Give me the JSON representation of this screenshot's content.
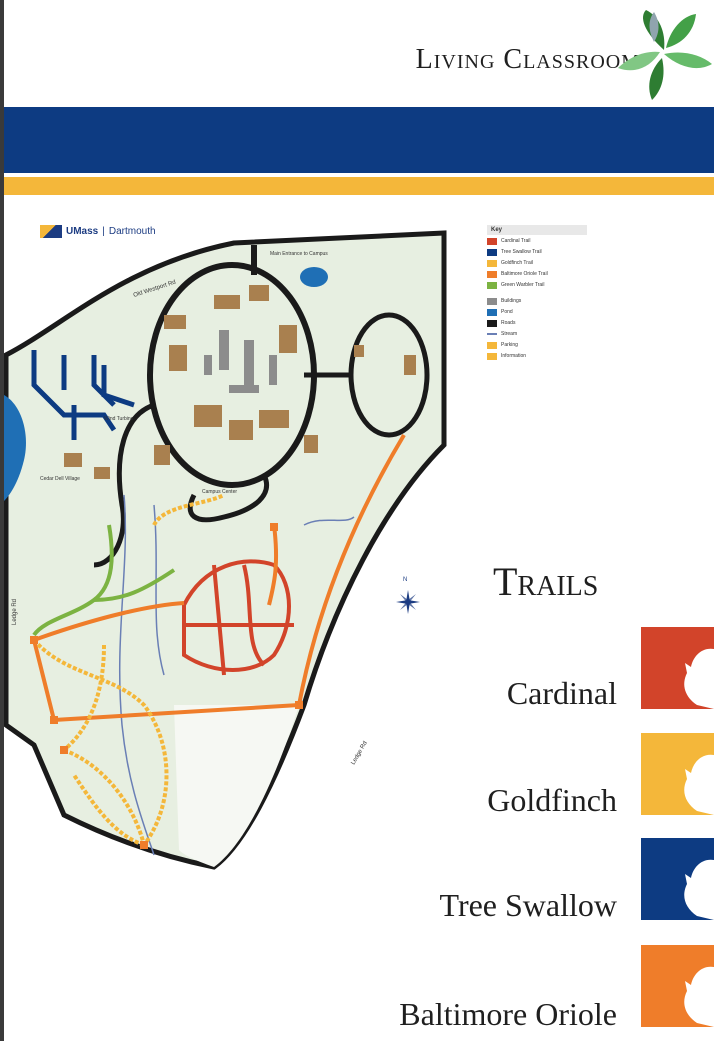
{
  "header": {
    "title": "Living Classroom"
  },
  "umass_logo": {
    "name": "UMass",
    "campus": "Dartmouth"
  },
  "map_labels": {
    "road_north": "Old Westport Rd",
    "road_east": "Ledge Rd",
    "road_west": "Ledge Rd",
    "main_entrance": "Main Entrance to Campus",
    "wind_turbine": "Wind Turbine",
    "cedar_dell": "Cedar Dell Village",
    "research_center": "Campus Center",
    "compass_n": "N"
  },
  "key": {
    "title": "Key",
    "items": [
      {
        "label": "Cardinal Trail",
        "color": "#d2442a"
      },
      {
        "label": "Tree Swallow Trail",
        "color": "#0d3b82"
      },
      {
        "label": "Goldfinch Trail",
        "color": "#f4b73a"
      },
      {
        "label": "Baltimore Oriole Trail",
        "color": "#ef7d2a"
      },
      {
        "label": "Green Warbler Trail",
        "color": "#7cb342"
      },
      {
        "label": "Buildings",
        "color": "#8c8c8c"
      },
      {
        "label": "Pond",
        "color": "#1f6fb5"
      },
      {
        "label": "Roads",
        "color": "#1a1a1a"
      },
      {
        "label": "Stream",
        "color": "#6a7fb5"
      },
      {
        "label": "Parking",
        "color": "#f4b73a"
      },
      {
        "label": "Information",
        "color": "#f4b73a"
      }
    ]
  },
  "trails": {
    "heading": "Trails",
    "items": [
      {
        "name": "Cardinal",
        "color": "#d2442a"
      },
      {
        "name": "Goldfinch",
        "color": "#f4b73a"
      },
      {
        "name": "Tree Swallow",
        "color": "#0d3b82"
      },
      {
        "name": "Baltimore Oriole",
        "color": "#ef7d2a"
      }
    ]
  },
  "colors": {
    "header_band": "#0d3b82",
    "accent_band": "#f4b73a",
    "map_land": "#e7efe1",
    "buildings_brown": "#a9804f"
  }
}
